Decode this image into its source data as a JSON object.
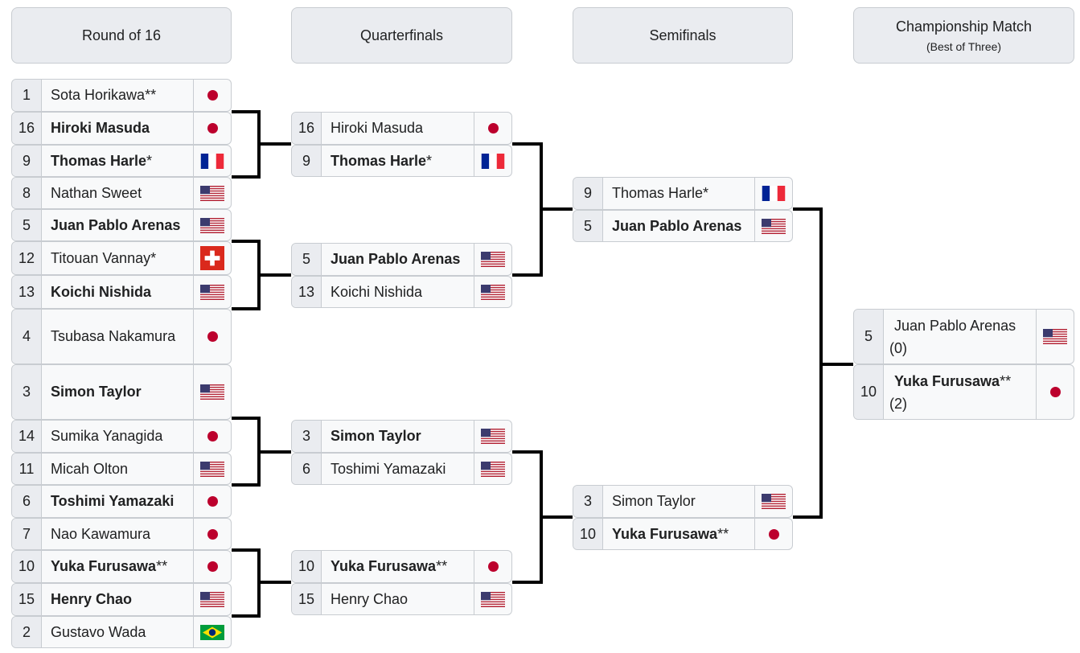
{
  "headers": {
    "r16": "Round of 16",
    "qf": "Quarterfinals",
    "sf": "Semifinals",
    "final": "Championship Match",
    "final_sub": "(Best of Three)"
  },
  "round_of_16": [
    {
      "seed": "1",
      "name": "Sota Horikawa",
      "mark": "**",
      "flag": "jp-flag-icon",
      "winner": false
    },
    {
      "seed": "16",
      "name": "Hiroki Masuda",
      "mark": "",
      "flag": "jp-flag-icon",
      "winner": true
    },
    {
      "seed": "9",
      "name": "Thomas Harle",
      "mark": "*",
      "flag": "fr-flag-icon",
      "winner": true
    },
    {
      "seed": "8",
      "name": "Nathan Sweet",
      "mark": "",
      "flag": "us-flag-icon",
      "winner": false
    },
    {
      "seed": "5",
      "name": "Juan Pablo Arenas",
      "mark": "",
      "flag": "us-flag-icon",
      "winner": true
    },
    {
      "seed": "12",
      "name": "Titouan Vannay",
      "mark": "*",
      "flag": "ch-flag-icon",
      "winner": false
    },
    {
      "seed": "13",
      "name": "Koichi Nishida",
      "mark": "",
      "flag": "us-flag-icon",
      "winner": true
    },
    {
      "seed": "4",
      "name": "Tsubasa Nakamura",
      "mark": "",
      "flag": "jp-flag-icon",
      "winner": false
    },
    {
      "seed": "3",
      "name": "Simon Taylor",
      "mark": "",
      "flag": "us-flag-icon",
      "winner": true
    },
    {
      "seed": "14",
      "name": "Sumika Yanagida",
      "mark": "",
      "flag": "jp-flag-icon",
      "winner": false
    },
    {
      "seed": "11",
      "name": "Micah Olton",
      "mark": "",
      "flag": "us-flag-icon",
      "winner": false
    },
    {
      "seed": "6",
      "name": "Toshimi Yamazaki",
      "mark": "",
      "flag": "jp-flag-icon",
      "winner": true
    },
    {
      "seed": "7",
      "name": "Nao Kawamura",
      "mark": "",
      "flag": "jp-flag-icon",
      "winner": false
    },
    {
      "seed": "10",
      "name": "Yuka Furusawa",
      "mark": "**",
      "flag": "jp-flag-icon",
      "winner": true
    },
    {
      "seed": "15",
      "name": "Henry Chao",
      "mark": "",
      "flag": "us-flag-icon",
      "winner": true
    },
    {
      "seed": "2",
      "name": "Gustavo Wada",
      "mark": "",
      "flag": "br-flag-icon",
      "winner": false
    }
  ],
  "quarterfinals": [
    {
      "seed": "16",
      "name": "Hiroki Masuda",
      "mark": "",
      "flag": "jp-flag-icon",
      "winner": false
    },
    {
      "seed": "9",
      "name": "Thomas Harle",
      "mark": "*",
      "flag": "fr-flag-icon",
      "winner": true
    },
    {
      "seed": "5",
      "name": "Juan Pablo Arenas",
      "mark": "",
      "flag": "us-flag-icon",
      "winner": true
    },
    {
      "seed": "13",
      "name": "Koichi Nishida",
      "mark": "",
      "flag": "us-flag-icon",
      "winner": false
    },
    {
      "seed": "3",
      "name": "Simon Taylor",
      "mark": "",
      "flag": "us-flag-icon",
      "winner": true
    },
    {
      "seed": "6",
      "name": "Toshimi Yamazaki",
      "mark": "",
      "flag": "us-flag-icon",
      "winner": false
    },
    {
      "seed": "10",
      "name": "Yuka Furusawa",
      "mark": "**",
      "flag": "jp-flag-icon",
      "winner": true
    },
    {
      "seed": "15",
      "name": "Henry Chao",
      "mark": "",
      "flag": "us-flag-icon",
      "winner": false
    }
  ],
  "semifinals": [
    {
      "seed": "9",
      "name": "Thomas Harle",
      "mark": "*",
      "flag": "fr-flag-icon",
      "winner": false
    },
    {
      "seed": "5",
      "name": "Juan Pablo Arenas",
      "mark": "",
      "flag": "us-flag-icon",
      "winner": true
    },
    {
      "seed": "3",
      "name": "Simon Taylor",
      "mark": "",
      "flag": "us-flag-icon",
      "winner": false
    },
    {
      "seed": "10",
      "name": "Yuka Furusawa",
      "mark": "**",
      "flag": "jp-flag-icon",
      "winner": true
    }
  ],
  "final": [
    {
      "seed": "5",
      "name": "Juan Pablo Arenas",
      "mark": "",
      "score": "(0)",
      "flag": "us-flag-icon",
      "winner": false
    },
    {
      "seed": "10",
      "name": "Yuka Furusawa",
      "mark": "**",
      "score": "(2)",
      "flag": "jp-flag-icon",
      "winner": true
    }
  ]
}
